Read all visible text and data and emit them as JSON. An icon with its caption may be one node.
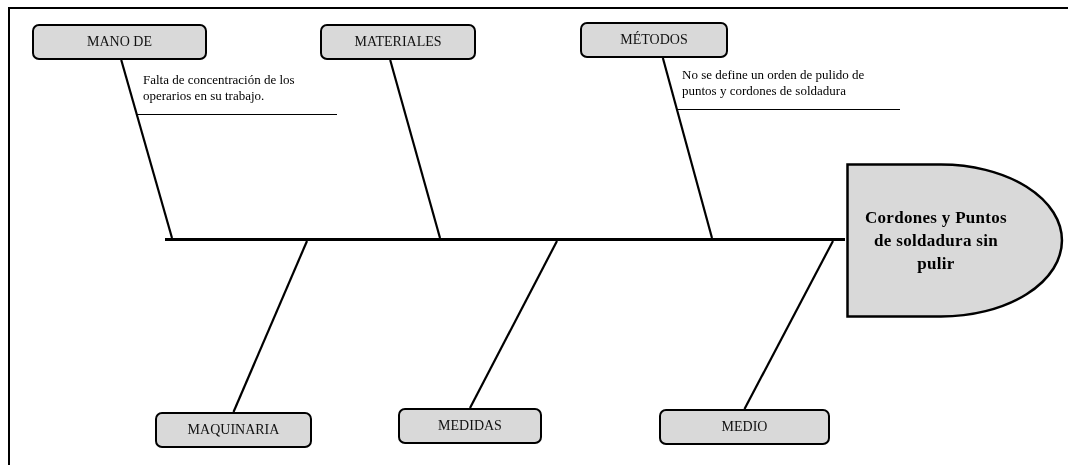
{
  "diagram": {
    "nodes": [
      {
        "text": [
          "MANO DE"
        ],
        "beside": [
          "Falta de concentración de los operarios en su trabajo."
        ]
      },
      {
        "text": [
          "MATERIALES"
        ]
      },
      {
        "text": [
          "MÉTODOS"
        ],
        "beside": [
          "No se define un orden de pulido de puntos y cordones de soldadura"
        ]
      },
      {
        "text": [],
        "shape": "bar"
      },
      {
        "text": [
          "Cordones y Puntos de soldadura sin pulir"
        ]
      },
      {
        "text": [
          "MAQUINARIA"
        ]
      },
      {
        "text": [
          "MEDIDAS"
        ]
      },
      {
        "text": [
          "MEDIO"
        ]
      }
    ],
    "edges": [
      {
        "from": 0,
        "to": 3,
        "arrow": "none"
      },
      {
        "from": 1,
        "to": 3,
        "arrow": "none"
      },
      {
        "from": 2,
        "to": 3,
        "arrow": "none"
      },
      {
        "from": 5,
        "to": 3,
        "arrow": "none"
      },
      {
        "from": 6,
        "to": 3,
        "arrow": "none"
      },
      {
        "from": 7,
        "to": 3,
        "arrow": "none"
      }
    ]
  }
}
